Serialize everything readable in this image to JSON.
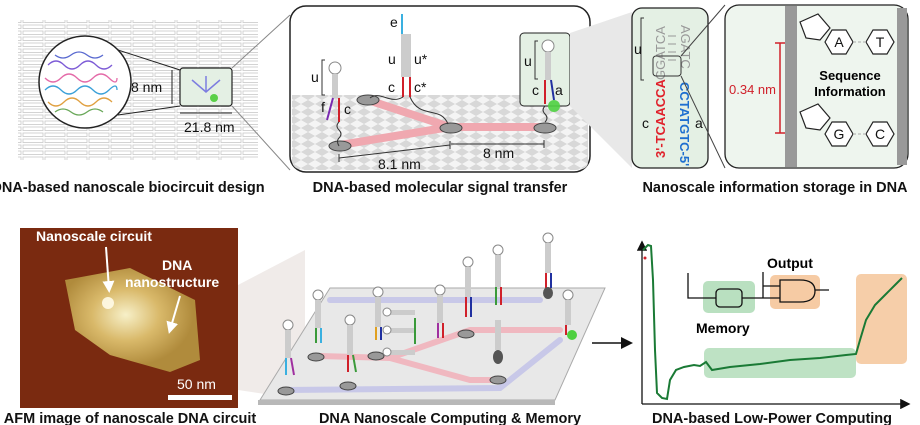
{
  "panels": {
    "design": {
      "caption": "DNA-based nanoscale biocircuit design",
      "dim_height": "8 nm",
      "dim_width": "21.8 nm"
    },
    "signal": {
      "caption": "DNA-based molecular signal transfer",
      "labels": {
        "e": "e",
        "u": "u",
        "u_star": "u*",
        "c": "c",
        "c_star": "c*",
        "f": "f",
        "a": "a"
      },
      "dist_left": "8.1 nm",
      "dist_right": "8 nm"
    },
    "storage": {
      "caption": "Nanoscale information storage in DNA",
      "seq_left": "3'-TCAACCA",
      "seq_left_stem": "GGATCA",
      "seq_right": "CCTATGTC-5'",
      "seq_right_stem": "AGATC",
      "label_u": "u",
      "label_c": "c",
      "label_a": "a",
      "spacing": "0.34 nm",
      "info_line1": "Sequence",
      "info_line2": "Information",
      "bases": [
        "A",
        "T",
        "G",
        "C"
      ],
      "colors": {
        "left_strand": "#e0202a",
        "right_strand": "#1e6fd0",
        "spacing_bar": "#d0202a"
      }
    },
    "afm": {
      "caption": "AFM image of nanoscale DNA circuit",
      "label_circuit": "Nanoscale circuit",
      "label_structure_1": "DNA",
      "label_structure_2": "nanostructure",
      "scale": "50 nm"
    },
    "computing": {
      "caption": "DNA Nanoscale Computing & Memory"
    },
    "lowpower": {
      "caption": "DNA-based Low-Power Computing",
      "output_label": "Output",
      "memory_label": "Memory",
      "colors": {
        "curve": "#1a7a35",
        "memory": "#a8d8b0",
        "output": "#f5c59a"
      }
    }
  }
}
